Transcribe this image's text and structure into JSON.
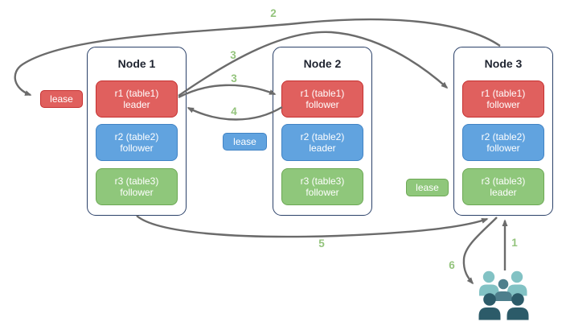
{
  "diagram": {
    "nodes": [
      {
        "title": "Node 1",
        "replicas": [
          {
            "name": "r1 (table1)",
            "role": "leader",
            "color": "#E0605E"
          },
          {
            "name": "r2 (table2)",
            "role": "follower",
            "color": "#61A3DF"
          },
          {
            "name": "r3 (table3)",
            "role": "follower",
            "color": "#8FC77B"
          }
        ]
      },
      {
        "title": "Node 2",
        "replicas": [
          {
            "name": "r1 (table1)",
            "role": "follower",
            "color": "#E0605E"
          },
          {
            "name": "r2 (table2)",
            "role": "leader",
            "color": "#61A3DF"
          },
          {
            "name": "r3 (table3)",
            "role": "follower",
            "color": "#8FC77B"
          }
        ]
      },
      {
        "title": "Node 3",
        "replicas": [
          {
            "name": "r1 (table1)",
            "role": "follower",
            "color": "#E0605E"
          },
          {
            "name": "r2 (table2)",
            "role": "follower",
            "color": "#61A3DF"
          },
          {
            "name": "r3 (table3)",
            "role": "leader",
            "color": "#8FC77B"
          }
        ]
      }
    ],
    "leases": [
      {
        "label": "lease",
        "color": "#E0605E"
      },
      {
        "label": "lease",
        "color": "#61A3DF"
      },
      {
        "label": "lease",
        "color": "#8FC77B"
      }
    ],
    "step_labels": [
      {
        "label": "1"
      },
      {
        "label": "2"
      },
      {
        "label": "3"
      },
      {
        "label": "3"
      },
      {
        "label": "4"
      },
      {
        "label": "5"
      },
      {
        "label": "6"
      }
    ],
    "icons": {
      "users": "users-group-icon"
    },
    "colors": {
      "arrow": "#6B6B6B",
      "step_label": "#94C47D",
      "node_border": "#2B4169",
      "red_fill": "#E0605E",
      "red_border": "#C53030",
      "blue_fill": "#61A3DF",
      "blue_border": "#4183C4",
      "green_fill": "#8FC77B",
      "green_border": "#6CA854",
      "users_light": "#82C2C4",
      "users_medium": "#4E7F8C",
      "users_dark": "#2C5B69"
    }
  }
}
